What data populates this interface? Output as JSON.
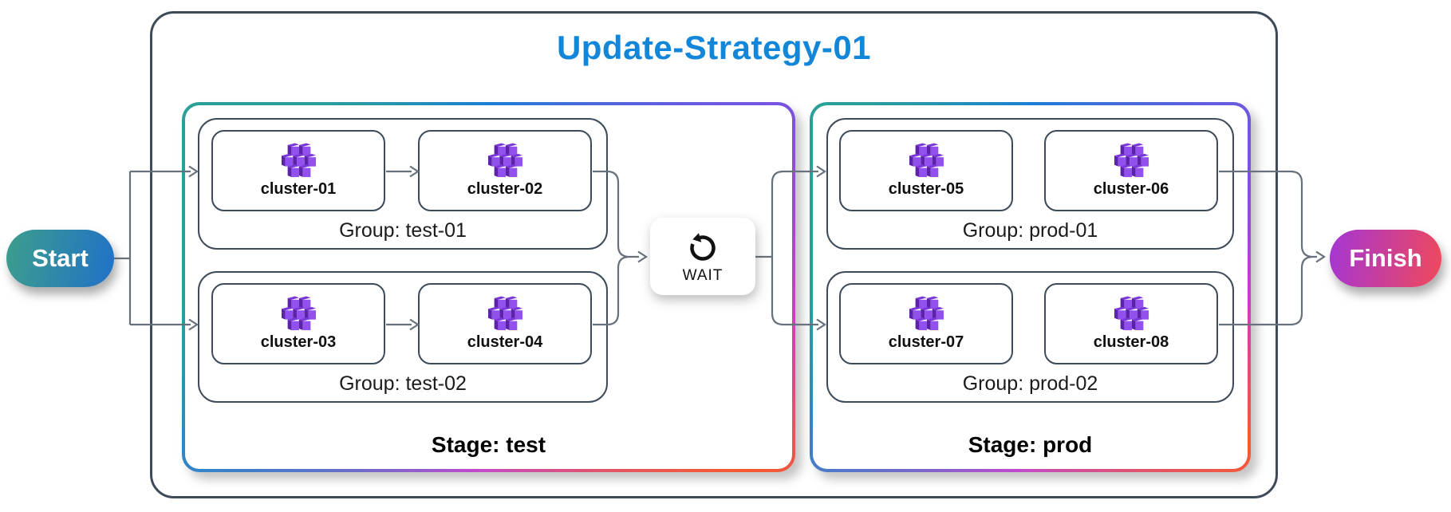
{
  "title": {
    "text": "Update-Strategy-01",
    "color": "#1287d9"
  },
  "nodes": {
    "start": {
      "label": "Start",
      "gradient": [
        "#3d9e8c",
        "#2071c8"
      ]
    },
    "finish": {
      "label": "Finish",
      "gradient": [
        "#a336d6",
        "#f04959"
      ]
    },
    "wait": {
      "label": "WAIT",
      "icon": "counterclockwise-arrow-icon"
    }
  },
  "stages": [
    {
      "id": "test",
      "label": "Stage: test",
      "groups": [
        {
          "label": "Group: test-01",
          "clusters": [
            {
              "label": "cluster-01",
              "icon": "cluster-cubes-icon"
            },
            {
              "label": "cluster-02",
              "icon": "cluster-cubes-icon"
            }
          ]
        },
        {
          "label": "Group: test-02",
          "clusters": [
            {
              "label": "cluster-03",
              "icon": "cluster-cubes-icon"
            },
            {
              "label": "cluster-04",
              "icon": "cluster-cubes-icon"
            }
          ]
        }
      ]
    },
    {
      "id": "prod",
      "label": "Stage: prod",
      "groups": [
        {
          "label": "Group: prod-01",
          "clusters": [
            {
              "label": "cluster-05",
              "icon": "cluster-cubes-icon"
            },
            {
              "label": "cluster-06",
              "icon": "cluster-cubes-icon"
            }
          ]
        },
        {
          "label": "Group: prod-02",
          "clusters": [
            {
              "label": "cluster-07",
              "icon": "cluster-cubes-icon"
            },
            {
              "label": "cluster-08",
              "icon": "cluster-cubes-icon"
            }
          ]
        }
      ]
    }
  ],
  "colors": {
    "box_border": "#3d4a59",
    "connector": "#67717c",
    "cluster_icon_purple": "#9251ef",
    "stage_border_gradient": [
      "#2aa198",
      "#1b7fd4",
      "#7a52e0",
      "#cf3bc4",
      "#f65a2e"
    ]
  }
}
